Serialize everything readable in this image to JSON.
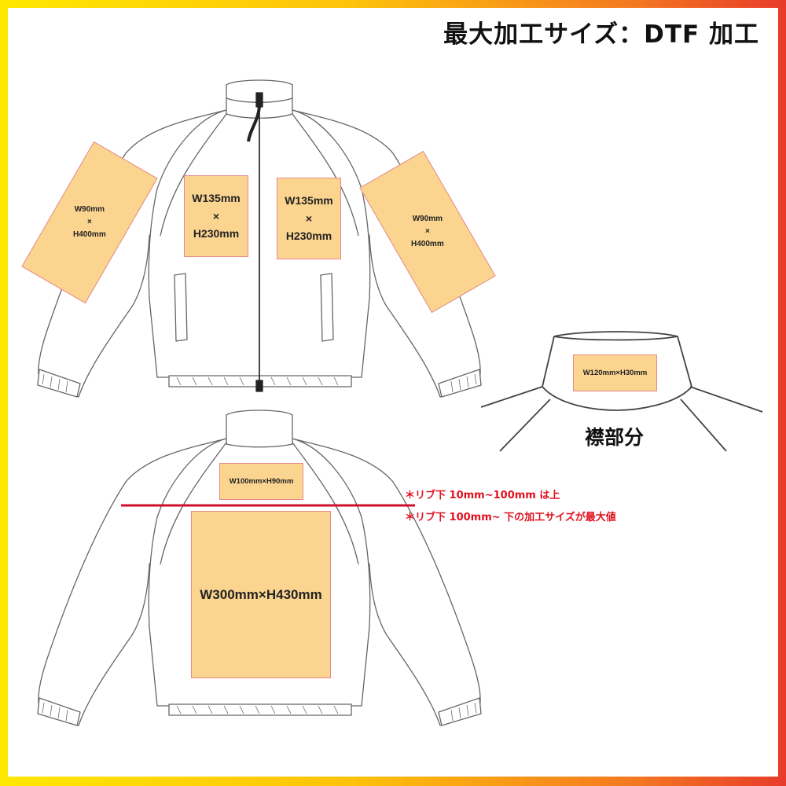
{
  "header": {
    "title": "最大加工サイズ：DTF 加工"
  },
  "front": {
    "chest_left": {
      "w": "W135mm",
      "x": "×",
      "h": "H230mm"
    },
    "chest_right": {
      "w": "W135mm",
      "x": "×",
      "h": "H230mm"
    },
    "sleeve_left": {
      "w": "W90mm",
      "x": "×",
      "h": "H400mm"
    },
    "sleeve_right": {
      "w": "W90mm",
      "x": "×",
      "h": "H400mm"
    }
  },
  "collar": {
    "zone": "W120mm×H30mm",
    "label": "襟部分"
  },
  "back": {
    "upper_zone": "W100mm×H90mm",
    "main_zone": "W300mm×H430mm",
    "notes": [
      "＊リブ下 10mm~100mm は上",
      "＊リブ下 100mm~ 下の加工サイズが最大値"
    ]
  },
  "colors": {
    "zone_fill": "#fbd58f",
    "zone_border": "#e58a8a",
    "note_text": "#e0121f",
    "divider_line": "#d0102a"
  }
}
